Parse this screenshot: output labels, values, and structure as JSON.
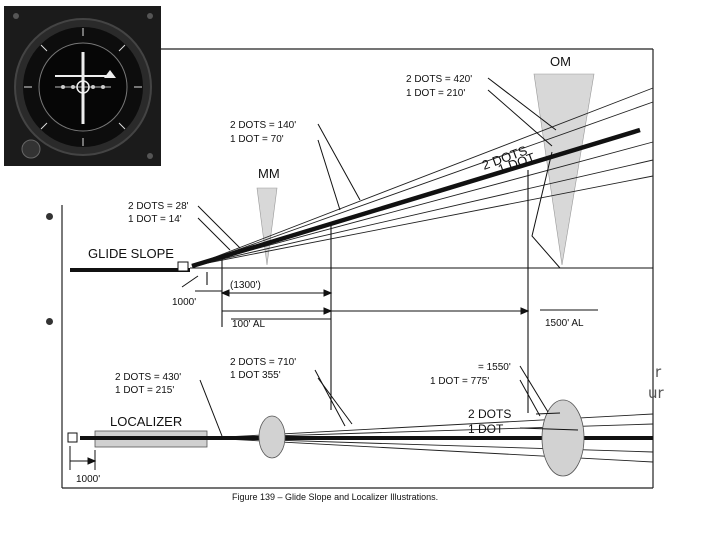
{
  "slide": {
    "instrument_icon": "vor-cdi-instrument",
    "edge_text": [
      "r",
      "ur"
    ]
  },
  "diagram": {
    "om_label": "OM",
    "mm_label": "MM",
    "om_deviation": [
      "2 DOTS = 420'",
      "1 DOT  = 210'"
    ],
    "mm_deviation": [
      "2 DOTS = 140'",
      "1 DOT  =  70'"
    ],
    "threshold_deviation": [
      "2 DOTS = 28'",
      "1 DOT  = 14'"
    ],
    "glide_slope_label": "GLIDE SLOPE",
    "dots_labels": [
      "2 DOTS",
      "1 DOT"
    ],
    "dist_1000": "1000'",
    "dist_1300": "(1300')",
    "al_100": "100' AL",
    "al_1500": "1500' AL",
    "loc_mm_deviation": [
      "2 DOTS = 710'",
      "1 DOT   355'"
    ],
    "loc_threshold_deviation": [
      "2 DOTS = 430'",
      "1 DOT  = 215'"
    ],
    "loc_om_deviation": [
      "= 1550'",
      "1 DOT  = 775'"
    ],
    "localizer_label": "LOCALIZER",
    "loc_dots_labels": [
      "2 DOTS",
      "1 DOT"
    ],
    "loc_dist_1000": "1000'",
    "caption": "Figure 139 – Glide Slope and Localizer Illustrations."
  }
}
